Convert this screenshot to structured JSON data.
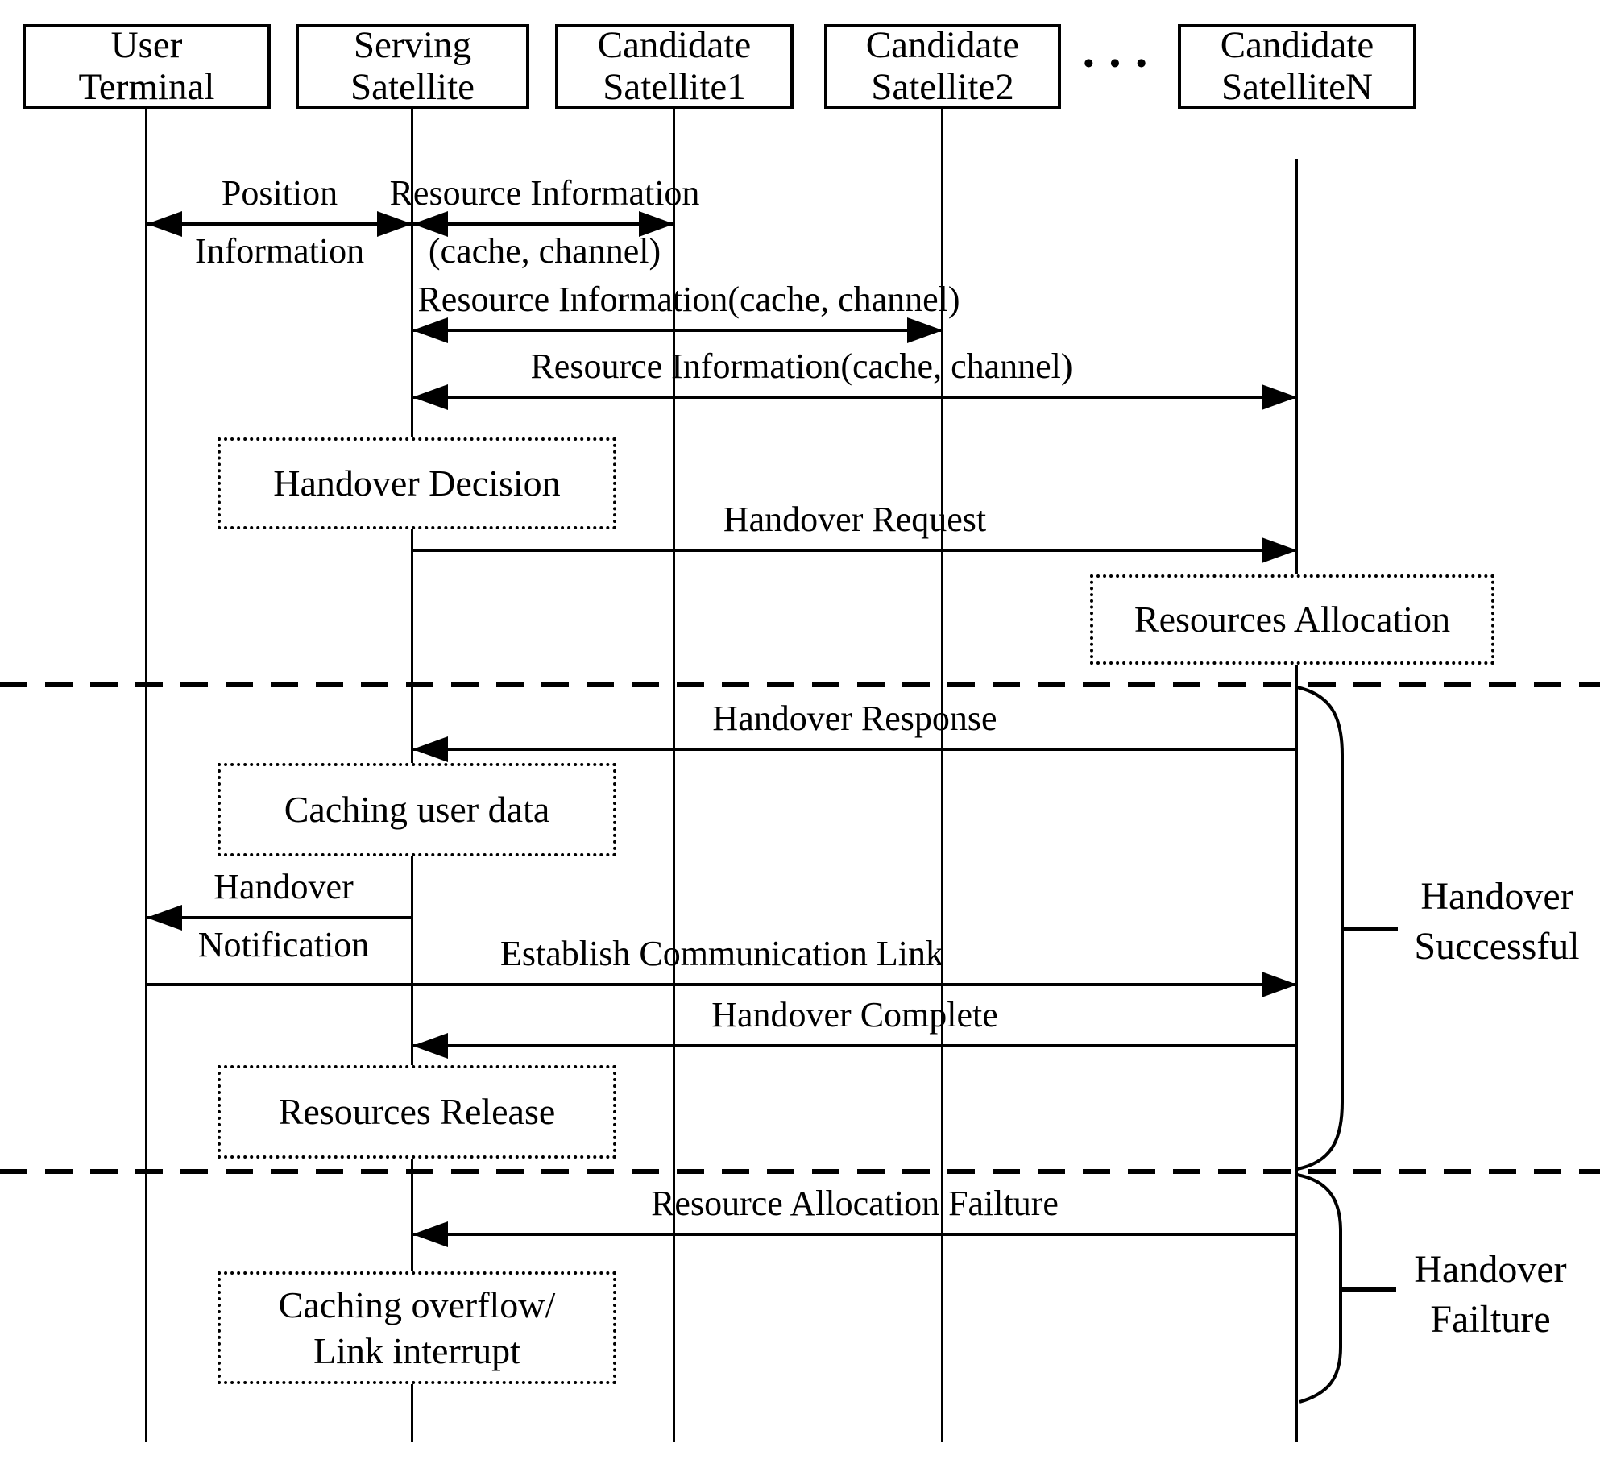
{
  "actors": [
    {
      "label": "User\nTerminal"
    },
    {
      "label": "Serving\nSatellite"
    },
    {
      "label": "Candidate\nSatellite1"
    },
    {
      "label": "Candidate\nSatellite2"
    },
    {
      "label": "Candidate\nSatelliteN"
    }
  ],
  "ellipsis": "···",
  "messages": [
    {
      "label_above": "Position",
      "label_below": "Information"
    },
    {
      "label_above": "Resource Information",
      "label_below": "(cache, channel)"
    },
    {
      "label_above": "Resource Information(cache, channel)"
    },
    {
      "label_above": "Resource Information(cache, channel)"
    },
    {
      "label_above": "Handover Request"
    },
    {
      "label_above": "Handover Response"
    },
    {
      "label_above": "Handover",
      "label_below": "Notification"
    },
    {
      "label_above": "Establish Communication Link"
    },
    {
      "label_above": "Handover Complete"
    },
    {
      "label_above": "Resource Allocation Failture"
    }
  ],
  "activities": [
    {
      "label": "Handover Decision"
    },
    {
      "label": "Resources Allocation"
    },
    {
      "label": "Caching user data"
    },
    {
      "label": "Resources Release"
    },
    {
      "label": "Caching overflow/\nLink interrupt"
    }
  ],
  "braces": [
    {
      "label": "Handover\nSuccessful"
    },
    {
      "label": "Handover\nFailture"
    }
  ],
  "colors": {
    "ink": "#000000",
    "background": "#ffffff"
  }
}
